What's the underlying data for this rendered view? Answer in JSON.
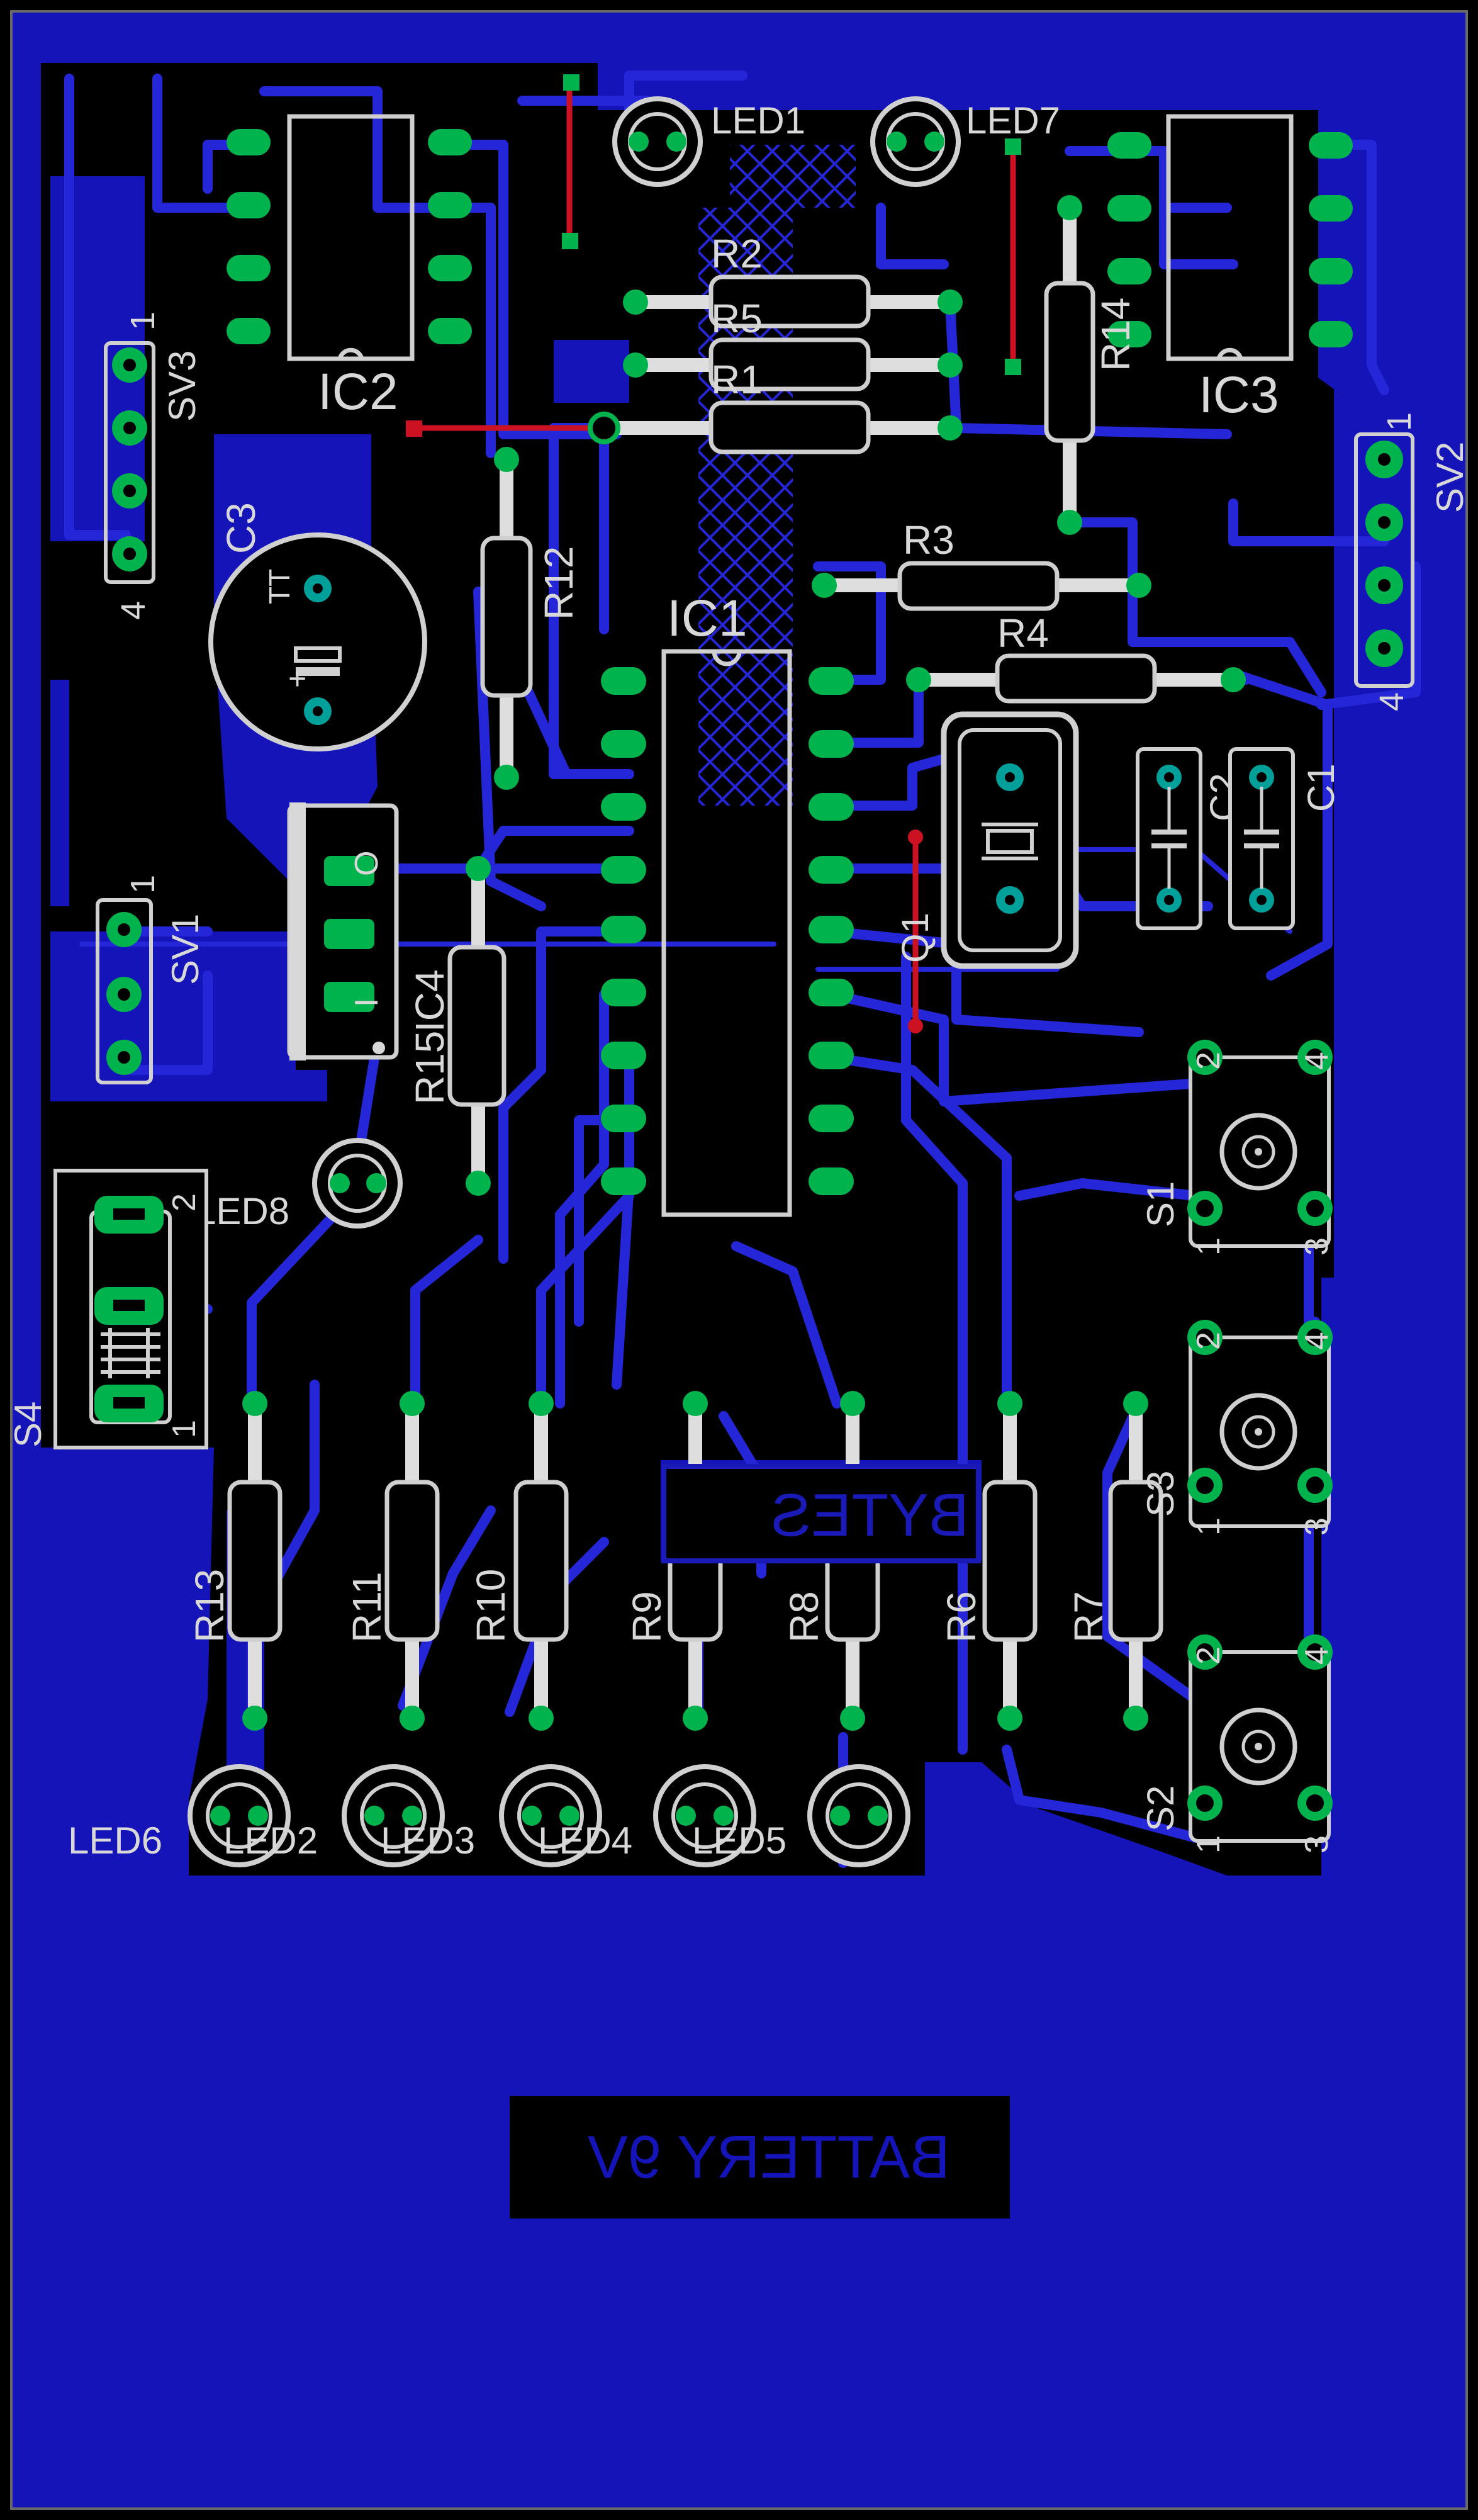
{
  "colors": {
    "background": "#000000",
    "copper_pour": "#1414b8",
    "trace": "#2626d9",
    "pad": "#00b34d",
    "via": "#00a09a",
    "silkscreen": "#d8d8d8",
    "top_trace": "#cc1122"
  },
  "labels": {
    "ic1": "IC1",
    "ic2": "IC2",
    "ic3": "IC3",
    "sv1": "SV1",
    "sv2": "SV2",
    "sv3": "SV3",
    "c1": "C1",
    "c2": "C2",
    "c3": "C3",
    "q1": "Q1",
    "s1": "S1",
    "s2": "S2",
    "s3": "S3",
    "s4": "S4",
    "r1": "R1",
    "r2": "R2",
    "r3": "R3",
    "r4": "R4",
    "r5": "R5",
    "r6": "R6",
    "r7": "R7",
    "r8": "R8",
    "r9": "R9",
    "r10": "R10",
    "r11": "R11",
    "r12": "R12",
    "r13": "R13",
    "r14": "R14",
    "r15": "R15",
    "ic4": "IC4",
    "led1": "LED1",
    "led2": "LED2",
    "led3": "LED3",
    "led4": "LED4",
    "led5": "LED5",
    "led6": "LED6",
    "led7": "LED7",
    "led8": "LED8",
    "battery": "BATTERY 9V",
    "bytes_mirror": "BYTES"
  },
  "pin_labels": {
    "one": "1",
    "two": "2",
    "three": "3",
    "four": "4",
    "o": "O",
    "i": "I",
    "tt": "TT"
  }
}
